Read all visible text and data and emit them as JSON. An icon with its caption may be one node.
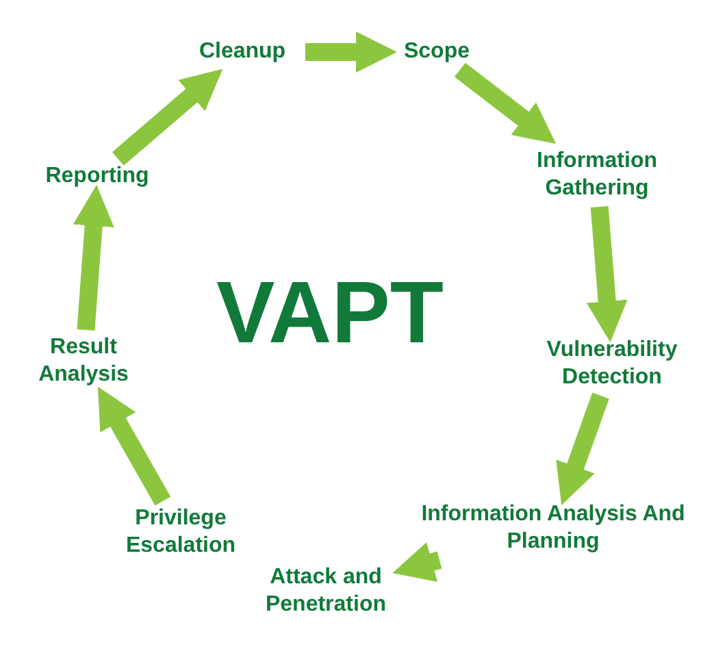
{
  "diagram": {
    "title": "VAPT",
    "nodes": [
      {
        "text": [
          "Scope"
        ]
      },
      {
        "text": [
          "Information Gathering"
        ]
      },
      {
        "text": [
          "Vulnerability Detection"
        ]
      },
      {
        "text": [
          "Information Analysis And Planning"
        ]
      },
      {
        "text": [
          "Attack and Penetration"
        ]
      },
      {
        "text": [
          "Privilege Escalation"
        ]
      },
      {
        "text": [
          "Result Analysis"
        ]
      },
      {
        "text": [
          "Reporting"
        ]
      },
      {
        "text": [
          "Cleanup"
        ]
      }
    ],
    "edges": [
      {
        "from": 8,
        "to": 0,
        "arrow": "to"
      },
      {
        "from": 0,
        "to": 1,
        "arrow": "to"
      },
      {
        "from": 1,
        "to": 2,
        "arrow": "to"
      },
      {
        "from": 2,
        "to": 3,
        "arrow": "to"
      },
      {
        "from": 3,
        "to": 4,
        "arrow": "to"
      },
      {
        "from": 5,
        "to": 6,
        "arrow": "to"
      },
      {
        "from": 6,
        "to": 7,
        "arrow": "to"
      },
      {
        "from": 7,
        "to": 8,
        "arrow": "to"
      }
    ]
  }
}
